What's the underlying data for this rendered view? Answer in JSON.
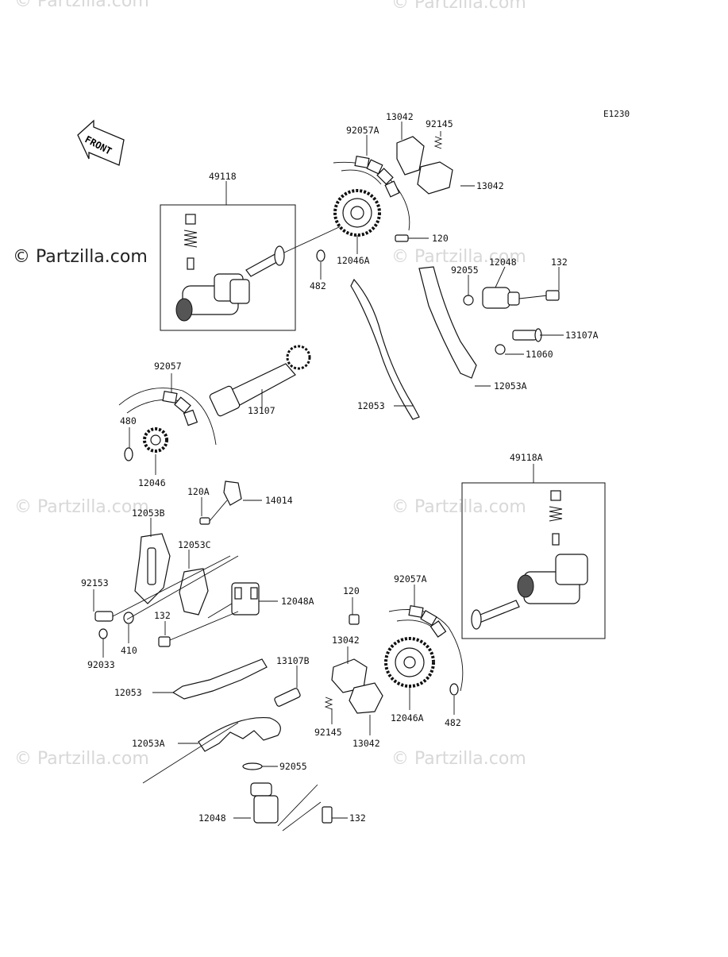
{
  "diagram_code": "E1230",
  "front_label": "FRONT",
  "watermark": {
    "main": "© Partzilla.com",
    "faint": "© Partzilla.com"
  },
  "labels": {
    "l49118": "49118",
    "l92057A_top": "92057A",
    "l13042_top": "13042",
    "l92145_top": "92145",
    "l13042_right": "13042",
    "l120_top": "120",
    "l12046A_top": "12046A",
    "l482_top": "482",
    "l92055_top": "92055",
    "l12048_top": "12048",
    "l132_top": "132",
    "l13107A": "13107A",
    "l11060": "11060",
    "l12053A_top": "12053A",
    "l12053_mid": "12053",
    "l92057": "92057",
    "l13107": "13107",
    "l480": "480",
    "l12046": "12046",
    "l49118A": "49118A",
    "l120A": "120A",
    "l14014": "14014",
    "l12053B": "12053B",
    "l12053C": "12053C",
    "l92153": "92153",
    "l132_mid": "132",
    "l410": "410",
    "l92033": "92033",
    "l12048A": "12048A",
    "l120_bot": "120",
    "l92057A_bot": "92057A",
    "l13042_bot1": "13042",
    "l13107B": "13107B",
    "l12053_bot": "12053",
    "l92145_bot": "92145",
    "l13042_bot2": "13042",
    "l12046A_bot": "12046A",
    "l482_bot": "482",
    "l12053A_bot": "12053A",
    "l92055_bot": "92055",
    "l12048_bot": "12048",
    "l132_bot": "132"
  }
}
